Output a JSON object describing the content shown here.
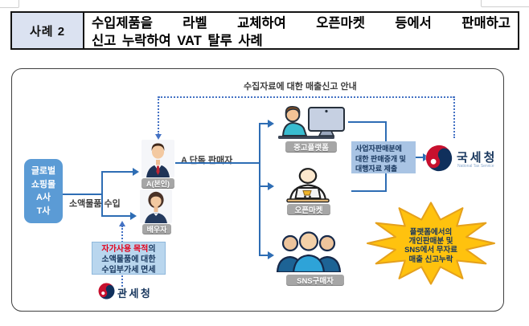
{
  "header": {
    "case_label": "사례 2",
    "title_line1": "수입제품을 라벨 교체하여 오픈마켓 등에서 판매하고",
    "title_line2": "신고 누락하여 VAT 탈루 사례"
  },
  "diagram": {
    "guidance_note": "수집자료에 대한 매출신고 안내",
    "global_mall": {
      "lines": [
        "글로벌",
        "쇼핑몰",
        "A사",
        "T사"
      ]
    },
    "import_label": "소액물품 수입",
    "seller_label": "A 단독 판매자",
    "persons": {
      "self": "A(본인)",
      "spouse": "배우자"
    },
    "platforms": [
      {
        "label": "중고플랫폼"
      },
      {
        "label": "오픈마켓"
      },
      {
        "label": "SNS구매자"
      }
    ],
    "report_box": {
      "line1": "사업자판매분에",
      "line2": "대한 판매중개 및",
      "line3": "대행자료 제출"
    },
    "exemption_box": {
      "highlight": "자가사용 목적",
      "suffix": "의",
      "line2": "소액물품에 대한",
      "line3": "수입부가세 면세"
    },
    "starburst": {
      "line1": "플랫폼에서의",
      "line2": "개인판매분 및",
      "line3": "SNS에서 무자료",
      "line4": "매출 신고누락"
    },
    "customs": {
      "name": "관세청"
    },
    "nts": {
      "name": "국세청",
      "subtitle": "National Tax Service"
    }
  },
  "colors": {
    "flow_line": "#2e6db4",
    "dotted_line": "#4472c4",
    "mall_box": "#5b9bd5",
    "label_gray": "#a6a6a6",
    "report_box": "#a9c4e4",
    "exemption_box": "#b9d6ee",
    "exemption_highlight": "#e3001b",
    "navy_text": "#17365d",
    "starburst": "#ffc20e",
    "header_case_bg": "#dbe2f1"
  }
}
